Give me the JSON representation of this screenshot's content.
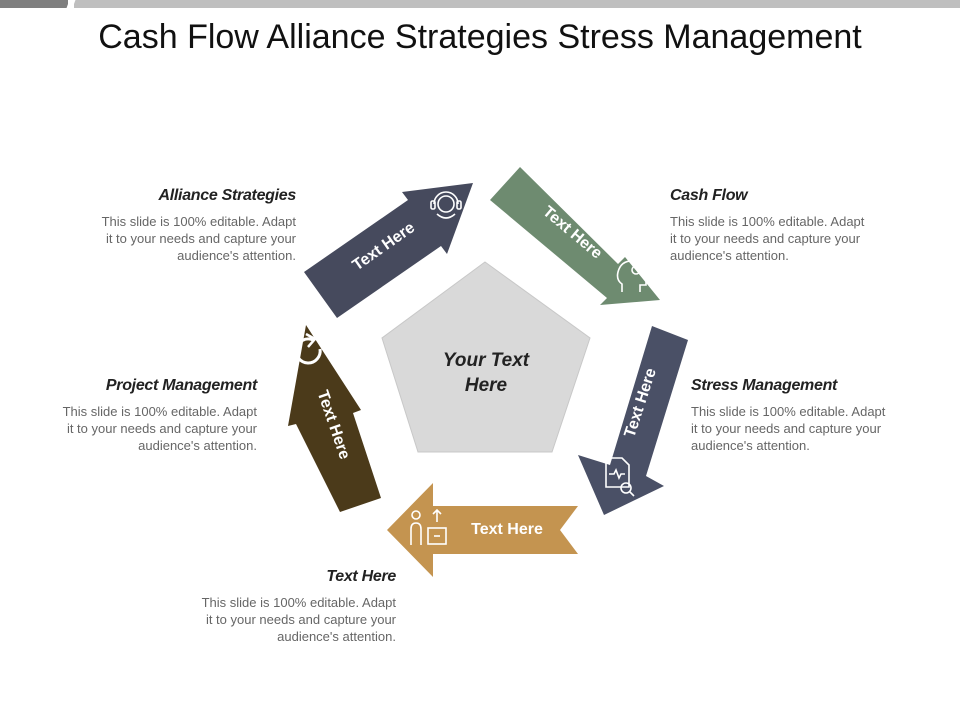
{
  "title": "Cash Flow Alliance Strategies Stress Management",
  "center_text": [
    "Your Text",
    "Here"
  ],
  "arrow_label": "Text Here",
  "colors": {
    "navy": "#464a5d",
    "green": "#6e8b70",
    "slate": "#4a5066",
    "gold": "#c49450",
    "brown": "#4b3a1a",
    "pentagon": "#d9d9d9"
  },
  "blocks": {
    "alliance": {
      "heading": "Alliance Strategies",
      "body": [
        "This slide is 100% editable. Adapt",
        "it to your needs and capture your",
        "audience's attention."
      ]
    },
    "cashflow": {
      "heading": "Cash Flow",
      "body": [
        "This slide is 100% editable. Adapt",
        "it to your needs and capture your",
        "audience's attention."
      ]
    },
    "stress": {
      "heading": "Stress Management",
      "body": [
        "This slide is 100% editable. Adapt",
        "it to your needs and capture your",
        "audience's attention."
      ]
    },
    "project": {
      "heading": "Project Management",
      "body": [
        "This slide is 100% editable. Adapt",
        "it to your needs and capture your",
        "audience's attention."
      ]
    },
    "texthere": {
      "heading": "Text Here",
      "body": [
        "This slide is 100% editable. Adapt",
        "it to your needs and capture your",
        "audience's attention."
      ]
    }
  },
  "icons": [
    "headset-user-icon",
    "head-idea-icon",
    "document-search-icon",
    "person-box-icon",
    "refresh-icon"
  ]
}
